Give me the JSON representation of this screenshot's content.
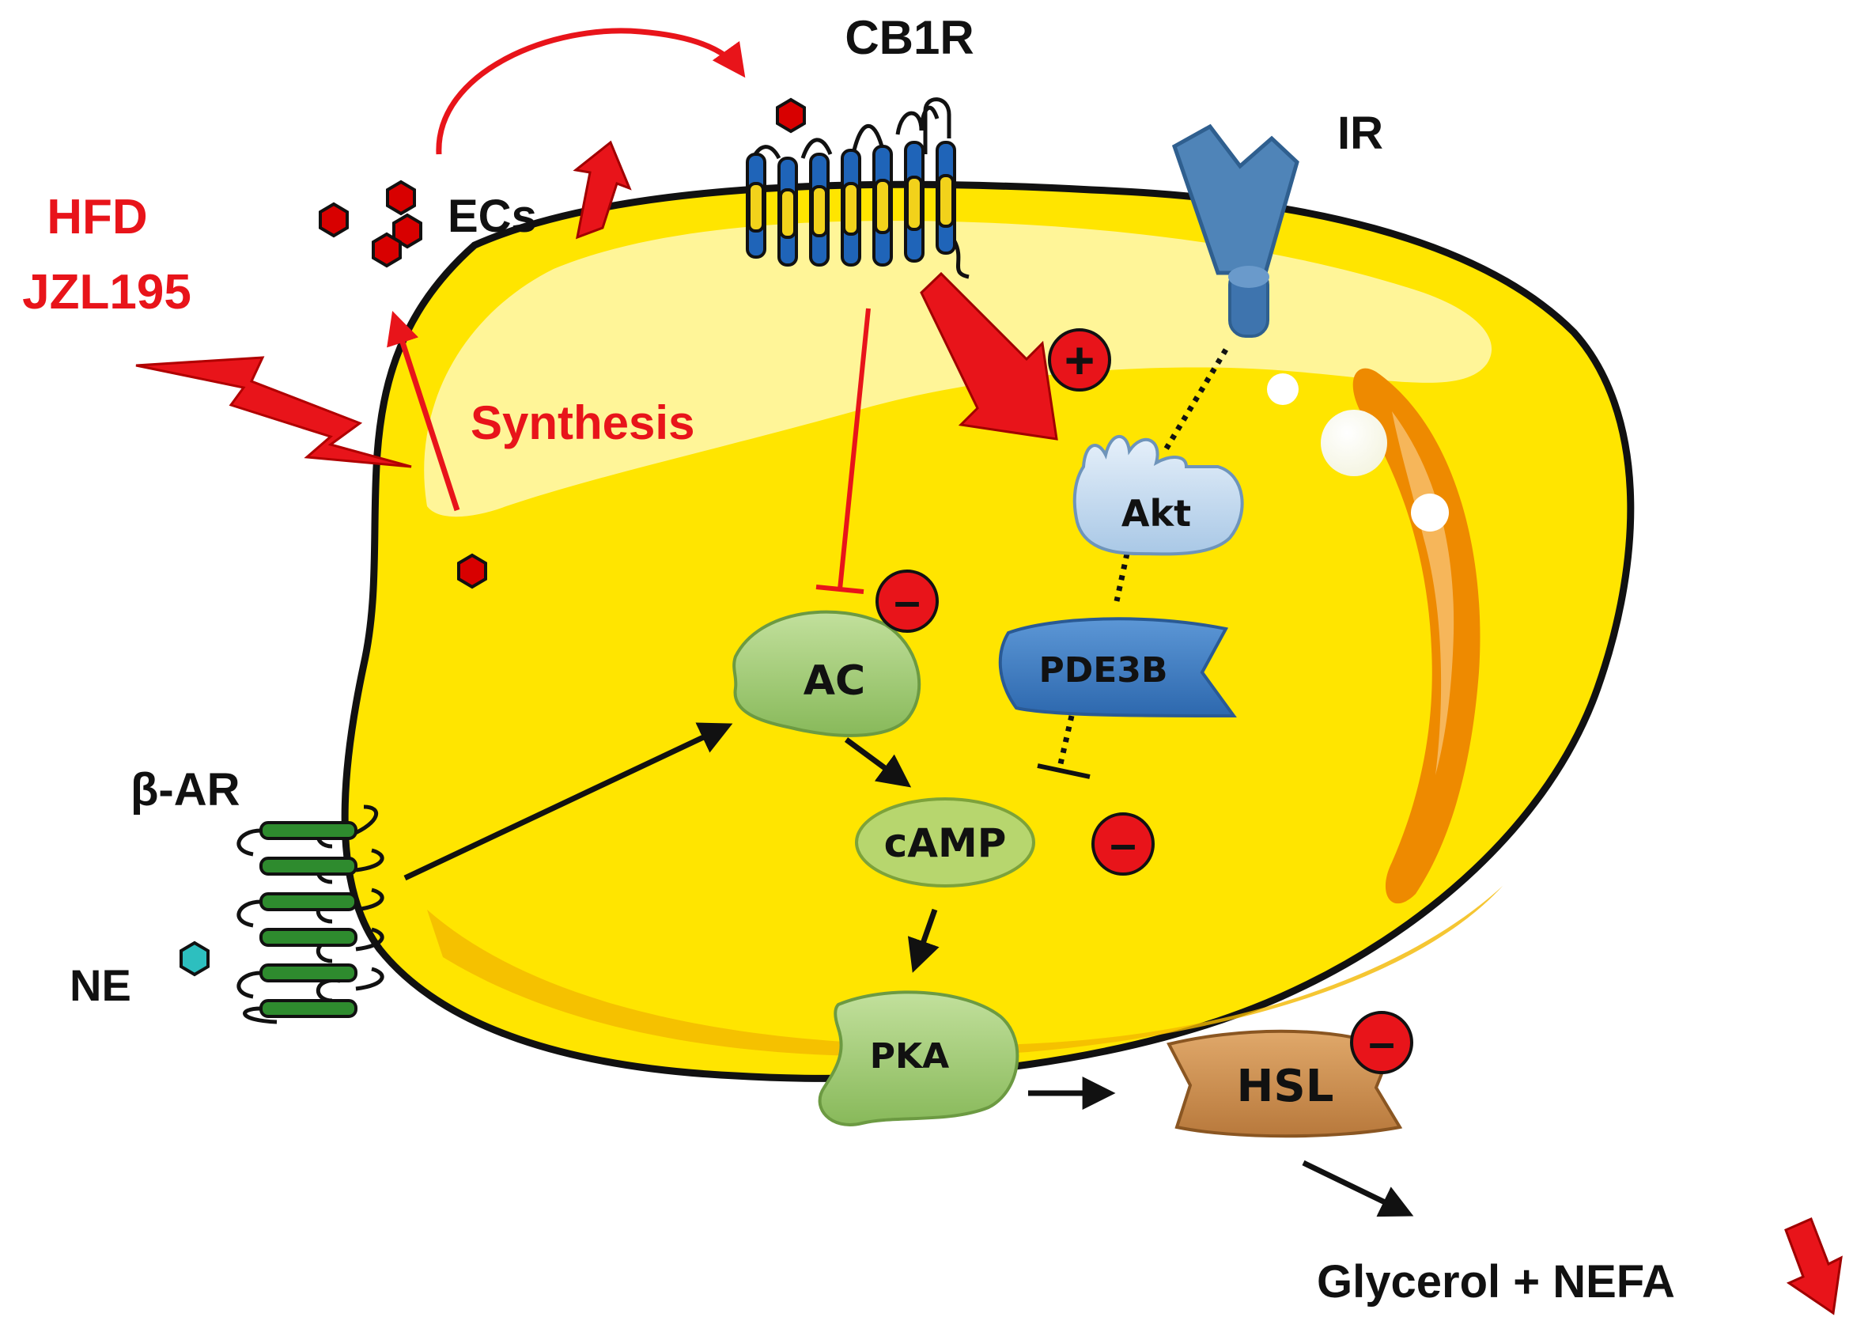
{
  "labels": {
    "hfd": "HFD",
    "jzl195": "JZL195",
    "ecs": "ECs",
    "cb1r": "CB1R",
    "ir": "IR",
    "synthesis": "Synthesis",
    "beta_ar": "β-AR",
    "ne": "NE",
    "products": "Glycerol + NEFA"
  },
  "nodes": {
    "akt": "Akt",
    "pde3b": "PDE3B",
    "ac": "AC",
    "camp": "cAMP",
    "pka": "PKA",
    "hsl": "HSL"
  },
  "signs": {
    "plus": "+",
    "minus": "–"
  },
  "colors": {
    "cell": "#FFE500",
    "cell_outline": "#111111",
    "highlight": "#FFF6A8",
    "lower_shade": "#F8C800",
    "orange_band": "#EE8A00",
    "red": "#E8141A",
    "ec_hexagon": "#D80000",
    "ne_hexagon": "#2DBFBF",
    "receptor_blue": "#1F64B8",
    "receptor_yellow": "#F2D21B",
    "receptor_green": "#2E8B2E",
    "ir_blue": "#4F84B8",
    "node_green": "#A8CF7A",
    "camp_green": "#B7D66E",
    "akt_blue": "#BDD6EE",
    "pde3b_blue": "#3F7EC4",
    "hsl_brown": "#C98A4B"
  }
}
